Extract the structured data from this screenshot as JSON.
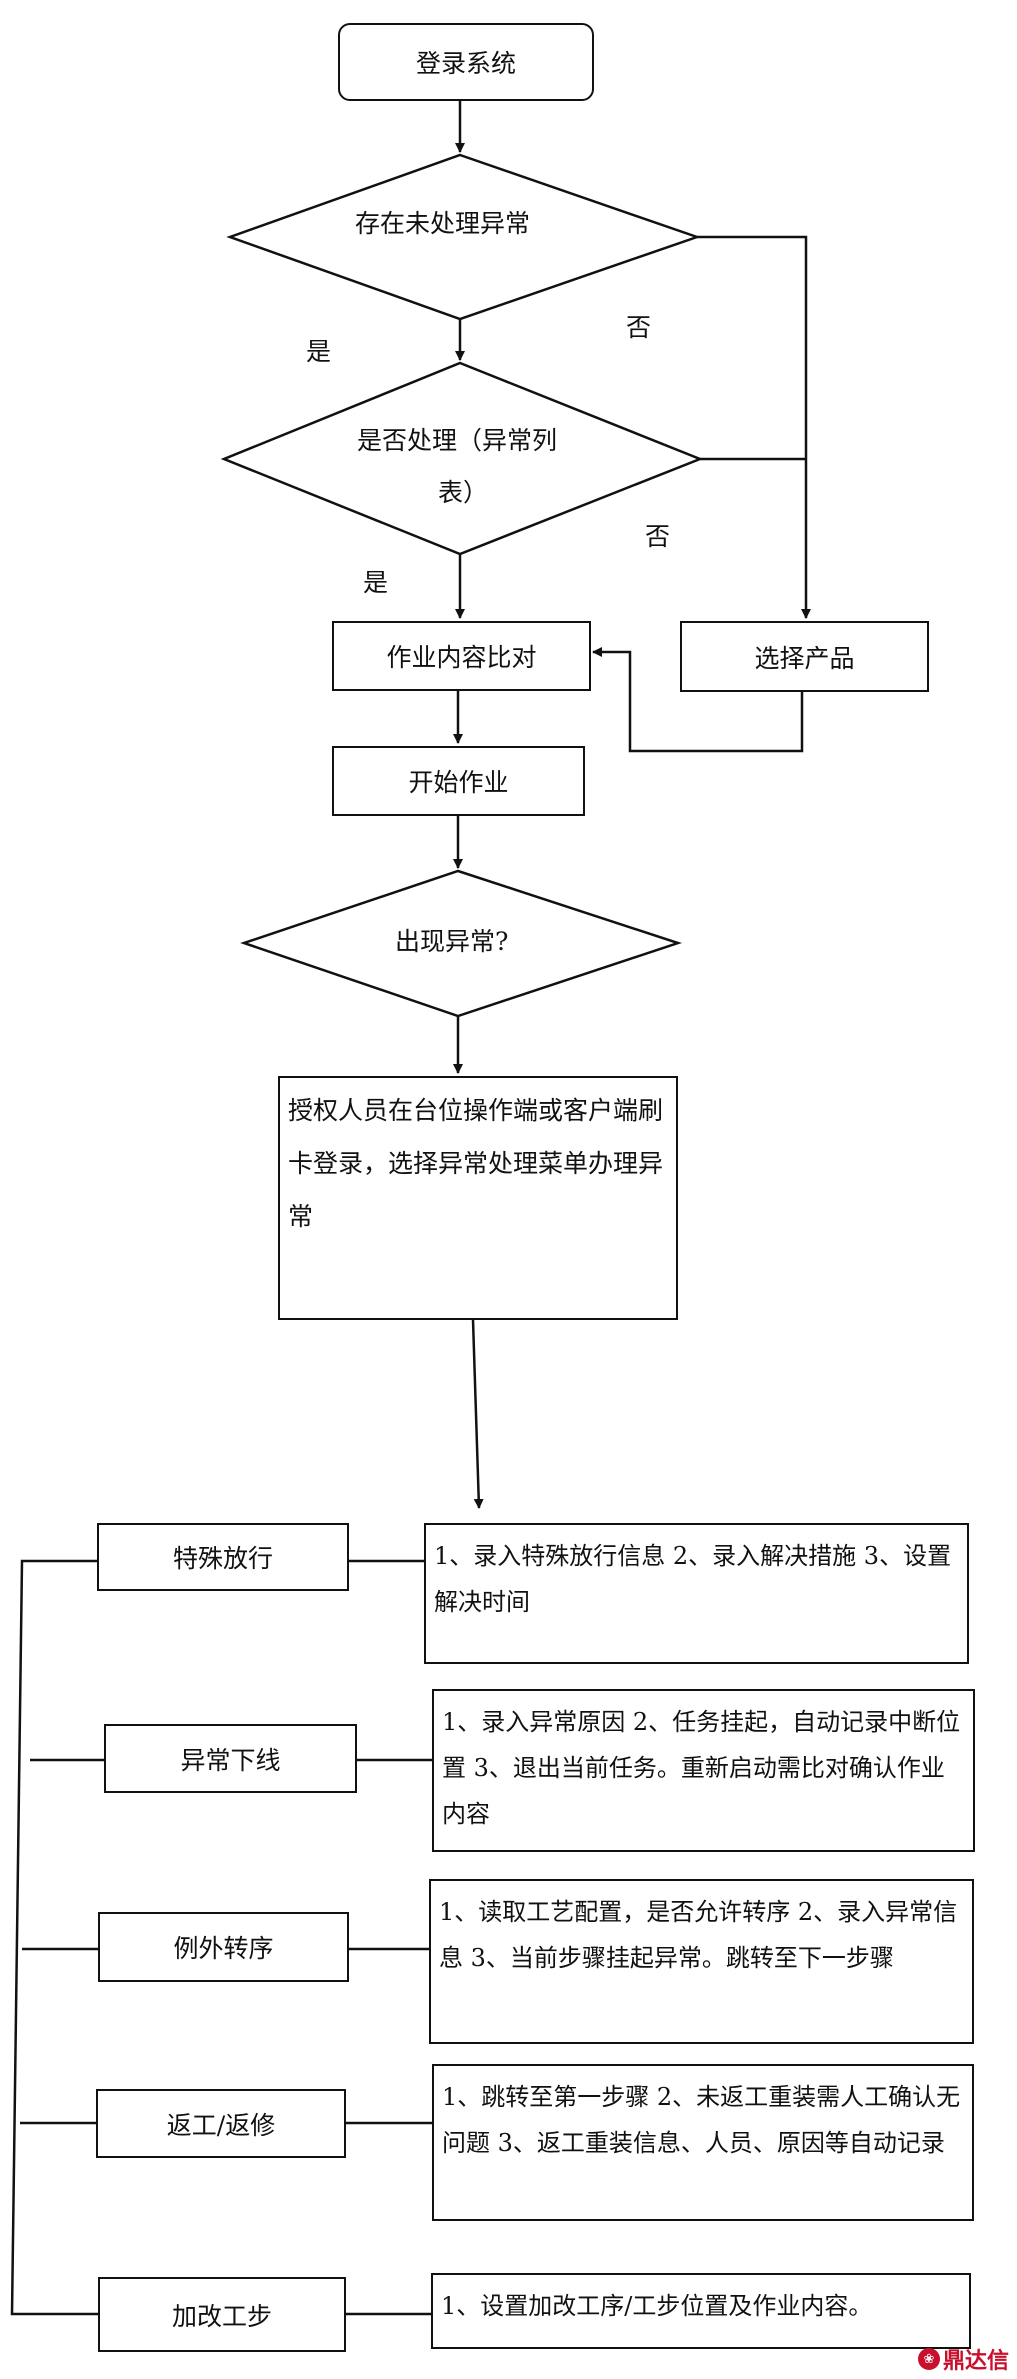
{
  "nodes": {
    "login": "登录系统",
    "unhandled": "存在未处理异常",
    "process_line1": "是否处理（异常列",
    "process_line2": "表）",
    "compare": "作业内容比对",
    "select_product": "选择产品",
    "start": "开始作业",
    "exception_occurs": "出现异常?",
    "authorize": "授权人员在台位操作端或客户端刷卡登录，选择异常处理菜单办理异常"
  },
  "edge_labels": {
    "yes1": "是",
    "no1": "否",
    "yes2": "是",
    "no2": "否"
  },
  "handlers": [
    {
      "name": "特殊放行",
      "desc": "1、录入特殊放行信息 2、录入解决措施 3、设置解决时间"
    },
    {
      "name": "异常下线",
      "desc": "1、录入异常原因 2、任务挂起，自动记录中断位置 3、退出当前任务。重新启动需比对确认作业内容"
    },
    {
      "name": "例外转序",
      "desc": "1、读取工艺配置，是否允许转序 2、录入异常信息 3、当前步骤挂起异常。跳转至下一步骤"
    },
    {
      "name": "返工/返修",
      "desc": "1、跳转至第一步骤 2、未返工重装需人工确认无问题 3、返工重装信息、人员、原因等自动记录"
    },
    {
      "name": "加改工步",
      "desc": "1、设置加改工序/工步位置及作业内容。"
    }
  ],
  "watermark": "鼎达信"
}
